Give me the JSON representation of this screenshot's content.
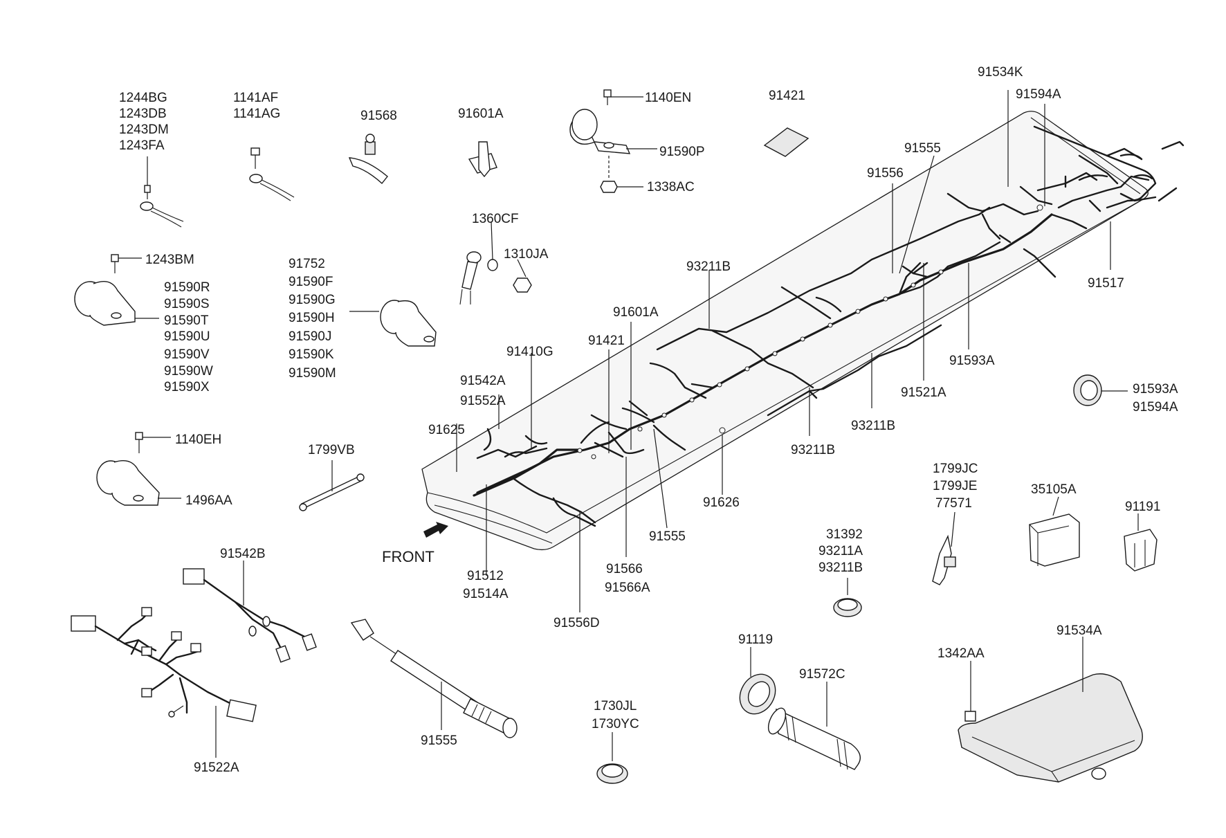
{
  "labels": {
    "l1244BG": "1244BG",
    "l1243DB": "1243DB",
    "l1243DM": "1243DM",
    "l1243FA": "1243FA",
    "l1141AF": "1141AF",
    "l1141AG": "1141AG",
    "l91568": "91568",
    "l91601A_top": "91601A",
    "l1140EN": "1140EN",
    "l91590P": "91590P",
    "l1338AC": "1338AC",
    "l91421_top": "91421",
    "l91534K": "91534K",
    "l91594A_top": "91594A",
    "l91555_top": "91555",
    "l91556": "91556",
    "l91517": "91517",
    "l1243BM": "1243BM",
    "l91590R": "91590R",
    "l91590S": "91590S",
    "l91590T": "91590T",
    "l91590U": "91590U",
    "l91590V": "91590V",
    "l91590W": "91590W",
    "l91590X": "91590X",
    "l1360CF": "1360CF",
    "l1310JA": "1310JA",
    "l91752": "91752",
    "l91590F": "91590F",
    "l91590G": "91590G",
    "l91590H": "91590H",
    "l91590J": "91590J",
    "l91590K": "91590K",
    "l91590M": "91590M",
    "l93211B_a": "93211B",
    "l91601A_mid": "91601A",
    "l91410G": "91410G",
    "l91421_mid": "91421",
    "l91542A": "91542A",
    "l91552A": "91552A",
    "l91625": "91625",
    "l91593A_mid": "91593A",
    "l91521A": "91521A",
    "l93211B_b": "93211B",
    "l93211B_c": "93211B",
    "l91593A_r": "91593A",
    "l91594A_r": "91594A",
    "l1140EH": "1140EH",
    "l1496AA": "1496AA",
    "l1799VB": "1799VB",
    "l91626": "91626",
    "l91555_mid": "91555",
    "l1799JC": "1799JC",
    "l1799JE": "1799JE",
    "l77571": "77571",
    "l35105A": "35105A",
    "l91191": "91191",
    "l31392": "31392",
    "l93211A": "93211A",
    "l93211B_d": "93211B",
    "front": "FRONT",
    "l91512": "91512",
    "l91514A": "91514A",
    "l91566": "91566",
    "l91566A": "91566A",
    "l91556D": "91556D",
    "l91542B": "91542B",
    "l91522A": "91522A",
    "l91555_bot": "91555",
    "l1730JL": "1730JL",
    "l1730YC": "1730YC",
    "l91119": "91119",
    "l91572C": "91572C",
    "l1342AA": "1342AA",
    "l91534A": "91534A"
  }
}
